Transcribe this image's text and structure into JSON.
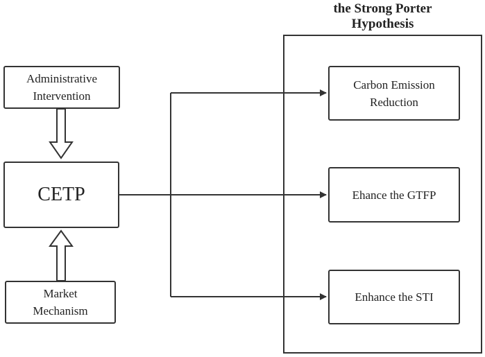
{
  "hypothesis_frame": {
    "title": "the Strong Porter\nHypothesis"
  },
  "left_nodes": {
    "administrative": "Administrative\nIntervention",
    "cetp": "CETP",
    "market": "Market\nMechanism"
  },
  "right_nodes": {
    "carbon": "Carbon Emission\nReduction",
    "gtfp": "Ehance the GTFP",
    "sti": "Enhance the STI"
  },
  "colors": {
    "stroke": "#333333",
    "text": "#222222",
    "background": "#ffffff"
  }
}
